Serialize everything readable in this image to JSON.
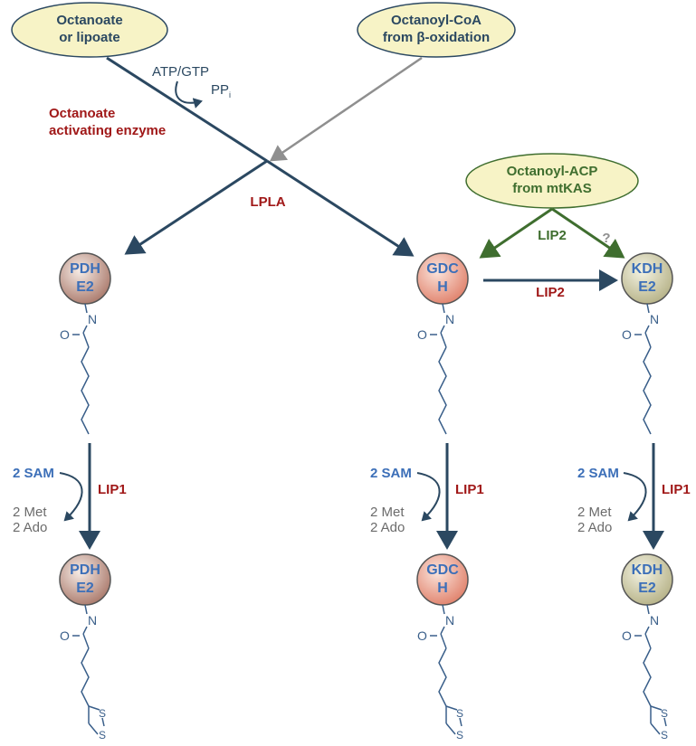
{
  "colors": {
    "dark_arrow": "#2b4861",
    "gray_arrow": "#8f8f8f",
    "green": "#3f6e2f",
    "red_label": "#a01818",
    "blue_text": "#3c6fb8",
    "gray_text": "#6b6b6b",
    "ellipse_fill": "#f7f3c6",
    "pdh_fill": "#b98c7c",
    "gdc_fill": "#e8947a",
    "kdh_fill": "#c4c29a",
    "chain": "#3a5f8a"
  },
  "sources": {
    "octanoate": {
      "line1": "Octanoate",
      "line2": "or lipoate"
    },
    "octanoyl_coa": {
      "line1": "Octanoyl-CoA",
      "line2": "from β-oxidation"
    },
    "octanoyl_acp": {
      "line1": "Octanoyl-ACP",
      "line2": "from mtKAS"
    }
  },
  "cofactors": {
    "atp_gtp": "ATP/GTP",
    "pp": "PP",
    "pp_sub": "i"
  },
  "enzymes": {
    "octanoate_activating_line1": "Octanoate",
    "octanoate_activating_line2": "activating enzyme",
    "lpla": "LPLA",
    "lip2_green": "LIP2",
    "lip2_red": "LIP2",
    "question": "?",
    "lip1": "LIP1"
  },
  "proteins": {
    "pdh": {
      "line1": "PDH",
      "line2": "E2"
    },
    "gdc": {
      "line1": "GDC",
      "line2": "H"
    },
    "kdh": {
      "line1": "KDH",
      "line2": "E2"
    }
  },
  "chain_labels": {
    "n": "N",
    "o": "O",
    "s": "S"
  },
  "sam_reaction": {
    "sam": "2 SAM",
    "met": "2 Met",
    "ado": "2 Ado"
  }
}
